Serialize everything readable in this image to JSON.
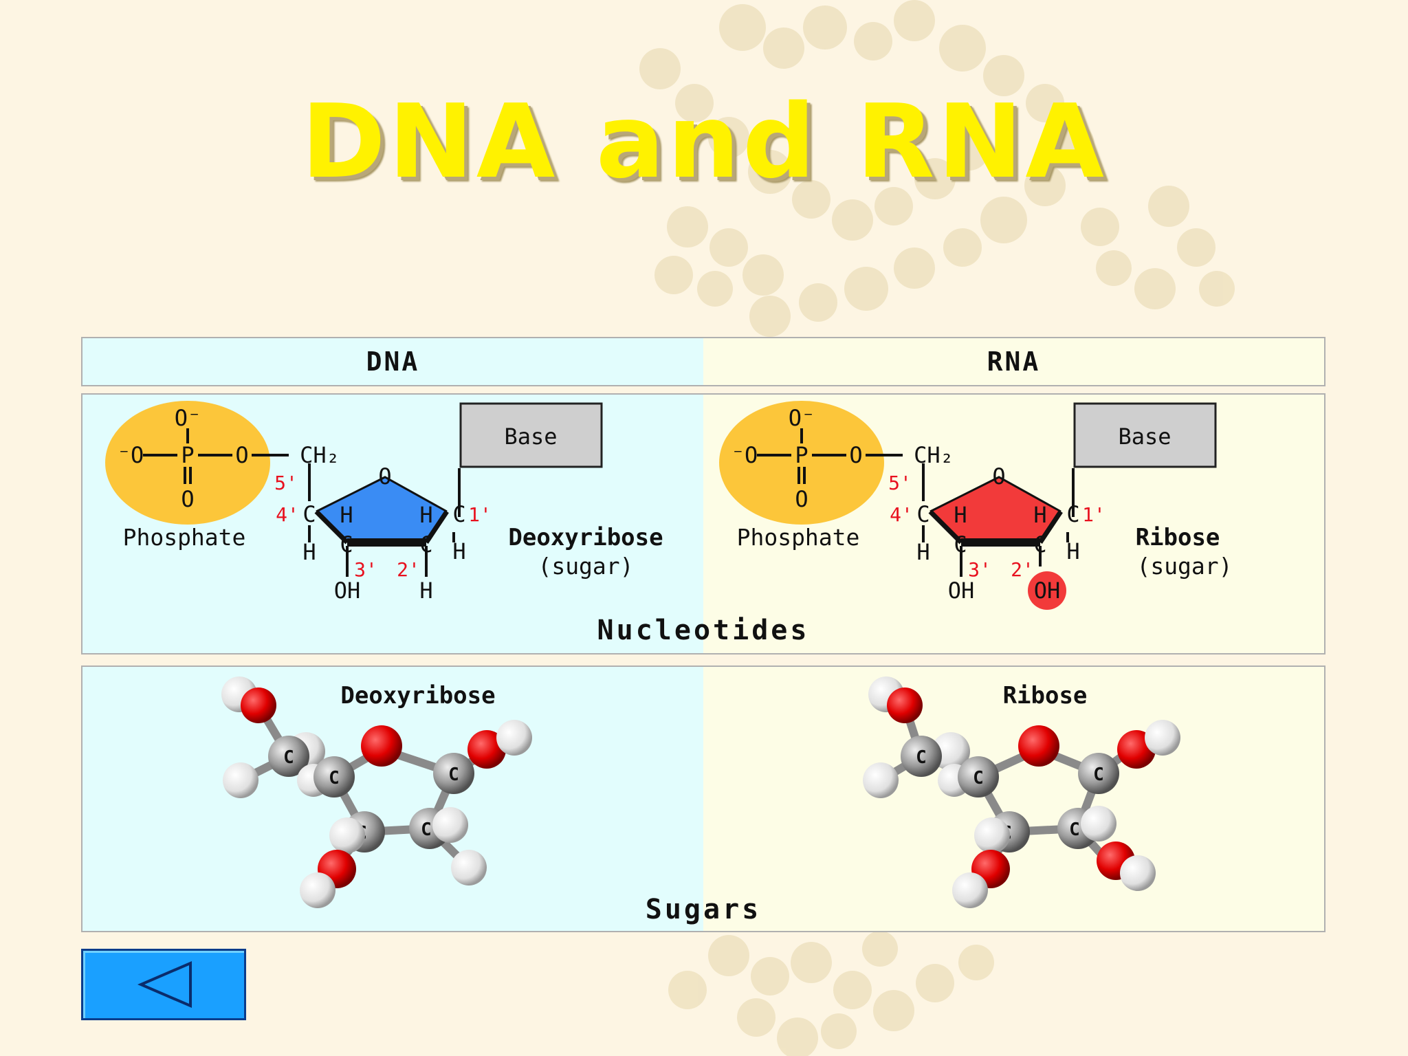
{
  "title": "DNA and RNA",
  "columns": {
    "dna": "DNA",
    "rna": "RNA"
  },
  "nucleotides": {
    "caption": "Nucleotides",
    "dna": {
      "phosphate_label": "Phosphate",
      "base_label": "Base",
      "sugar_name": "Deoxyribose",
      "sugar_kind": "(sugar)",
      "atoms": {
        "o_top": "O⁻",
        "o_left": "⁻O",
        "p": "P",
        "o_bridge": "O",
        "o_bottom": "O",
        "ch2": "CH₂",
        "o_ring": "O",
        "c": "C",
        "h": "H",
        "oh": "OH"
      },
      "positions": {
        "p5": "5'",
        "p4": "4'",
        "p3": "3'",
        "p2": "2'",
        "p1": "1'"
      }
    },
    "rna": {
      "phosphate_label": "Phosphate",
      "base_label": "Base",
      "sugar_name": "Ribose",
      "sugar_kind": "(sugar)",
      "atoms": {
        "o_top": "O⁻",
        "o_left": "⁻O",
        "p": "P",
        "o_bridge": "O",
        "o_bottom": "O",
        "ch2": "CH₂",
        "o_ring": "O",
        "c": "C",
        "h": "H",
        "oh": "OH"
      },
      "positions": {
        "p5": "5'",
        "p4": "4'",
        "p3": "3'",
        "p2": "2'",
        "p1": "1'"
      }
    }
  },
  "sugars": {
    "caption": "Sugars",
    "dna_label": "Deoxyribose",
    "rna_label": "Ribose",
    "carbon_symbol": "C"
  },
  "colors": {
    "deoxyribose_ring": "#3a8cf4",
    "ribose_ring": "#f23a3a",
    "phosphate": "#fcc63a",
    "position_numbers": "#e8101e",
    "title": "#fff200"
  },
  "navigation": {
    "back_icon": "left-triangle-icon"
  }
}
